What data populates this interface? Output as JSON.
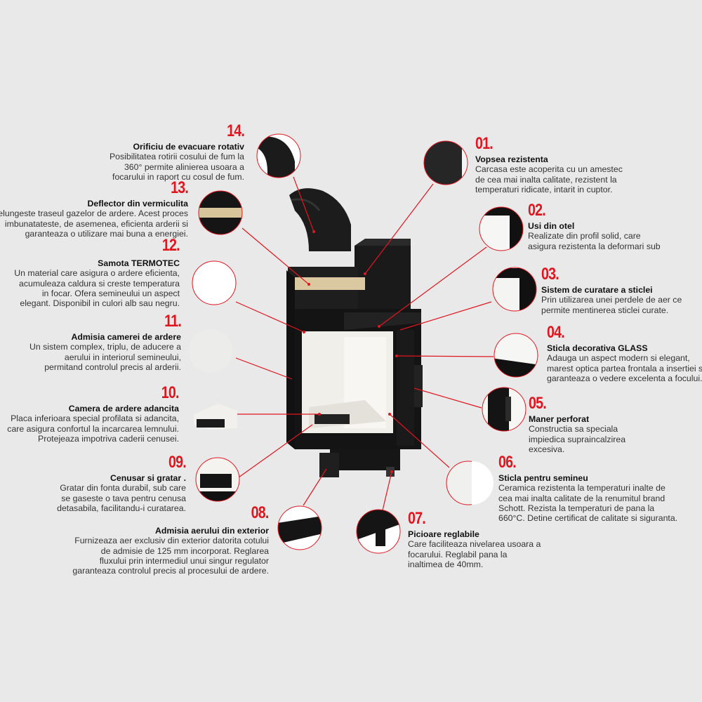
{
  "accent_color": "#e0161f",
  "features": {
    "f14": {
      "num": "14.",
      "title": "Orificiu de evacuare rotativ",
      "lines": [
        "Posibilitatea rotirii cosului de fum la",
        "360° permite alinierea usoara a",
        "focarului in raport cu cosul de fum."
      ]
    },
    "f13": {
      "num": "13.",
      "title": "Deflector din vermiculita",
      "lines": [
        "Prelungeste traseul gazelor de ardere. Acest proces",
        "imbunatateste, de asemenea, eficienta arderii si",
        "garanteaza o utilizare mai buna a energiei."
      ]
    },
    "f12": {
      "num": "12.",
      "title": "Samota TERMOTEC",
      "lines": [
        "Un material care asigura o ardere eficienta,",
        "acumuleaza caldura si creste temperatura",
        "in focar. Ofera semineului un aspect",
        "elegant. Disponibil in culori alb sau negru."
      ]
    },
    "f11": {
      "num": "11.",
      "title": "Admisia camerei de ardere",
      "lines": [
        "Un sistem complex, triplu, de aducere a",
        "aerului in interiorul semineului,",
        "permitand controlul precis al arderii."
      ]
    },
    "f10": {
      "num": "10.",
      "title": "Camera de ardere adancita",
      "lines": [
        "Placa inferioara special profilata si adancita,",
        "care asigura confortul la incarcarea lemnului.",
        "Protejeaza impotriva caderii cenusei."
      ]
    },
    "f09": {
      "num": "09.",
      "title": "Cenusar si gratar .",
      "lines": [
        "Gratar din fonta durabil, sub care",
        "se gaseste o tava pentru cenusa",
        "detasabila, facilitandu-i curatarea."
      ]
    },
    "f08": {
      "num": "08.",
      "title": "Admisia aerului din exterior",
      "lines": [
        "Furnizeaza aer exclusiv din exterior datorita cotului",
        "de admisie de 125 mm incorporat. Reglarea",
        "fluxului prin intermediul unui singur regulator",
        "garanteaza controlul precis al procesului de ardere."
      ]
    },
    "f01": {
      "num": "01.",
      "title": "Vopsea rezistenta",
      "lines": [
        "Carcasa este acoperita cu un amestec",
        "de cea mai inalta calitate, rezistent la",
        "temperaturi ridicate, intarit in cuptor."
      ]
    },
    "f02": {
      "num": "02.",
      "title": "Usi din otel",
      "lines": [
        "Realizate din profil solid, care",
        "asigura rezistenta la deformari sub"
      ]
    },
    "f03": {
      "num": "03.",
      "title": "Sistem de curatare a sticlei",
      "lines": [
        "Prin utilizarea unei perdele de aer ce",
        "permite mentinerea sticlei curate."
      ]
    },
    "f04": {
      "num": "04.",
      "title": "Sticla decorativa GLASS",
      "lines": [
        "Adauga un aspect modern si elegant,",
        "marest optica partea frontala a insertiei si",
        "garanteaza o vedere excelenta a focului."
      ]
    },
    "f05": {
      "num": "05.",
      "title": "Maner perforat",
      "lines": [
        "Constructia sa speciala",
        "impiedica supraincalzirea",
        "excesiva."
      ]
    },
    "f06": {
      "num": "06.",
      "title": "Sticla pentru semineu",
      "lines": [
        "Ceramica rezistenta la temperaturi inalte de",
        "cea mai inalta calitate de la renumitul brand",
        "Schott. Rezista la temperaturi de pana la",
        "660°C. Detine certificat de calitate si siguranta."
      ]
    },
    "f07": {
      "num": "07.",
      "title": "Picioare reglabile",
      "lines": [
        "Care faciliteaza nivelarea usoara a",
        "focarului. Reglabil pana la",
        "inaltimea de 40mm."
      ]
    }
  }
}
